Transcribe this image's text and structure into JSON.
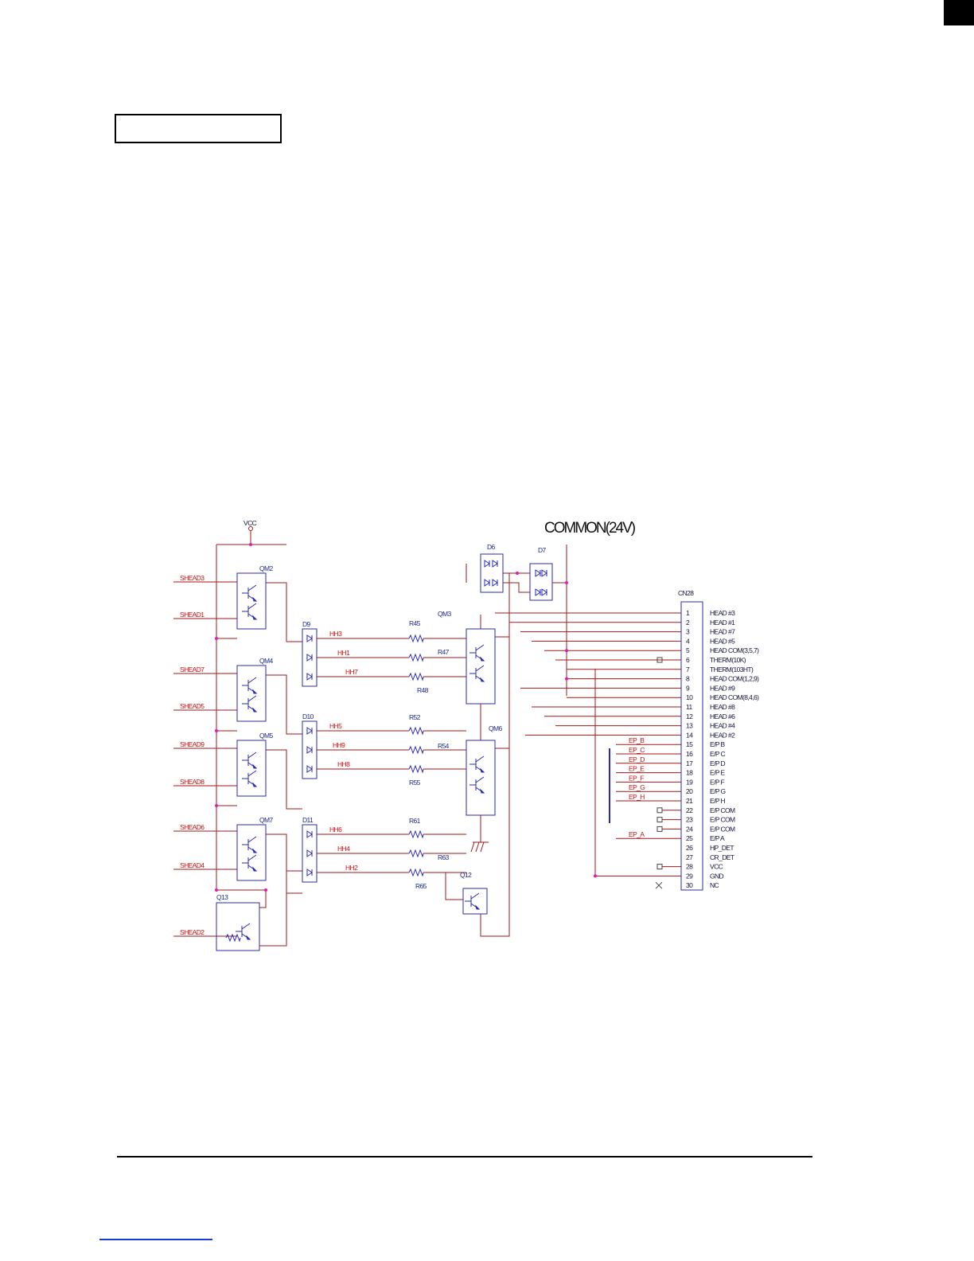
{
  "header": {
    "title_box_text": ""
  },
  "schematic": {
    "vcc_label": "VCC",
    "common_label": "COMMON(24V)",
    "signals_left": [
      "SHEAD3",
      "SHEAD1",
      "SHEAD7",
      "SHEAD5",
      "SHEAD9",
      "SHEAD8",
      "SHEAD6",
      "SHEAD4",
      "SHEAD2"
    ],
    "transistor_arrays": [
      "QM2",
      "QM4",
      "QM5",
      "QM7"
    ],
    "q13": "Q13",
    "diode_arrays": [
      "D9",
      "D10",
      "D11"
    ],
    "head_lines": [
      "HH3",
      "HH1",
      "HH7",
      "HH5",
      "HH9",
      "HH8",
      "HH6",
      "HH4",
      "HH2"
    ],
    "resistors": [
      "R45",
      "R47",
      "R48",
      "R52",
      "R54",
      "R55",
      "R61",
      "R63",
      "R65"
    ],
    "drivers": [
      "QM3",
      "QM6"
    ],
    "q12": "Q12",
    "protect_diodes": [
      "D6",
      "D7"
    ],
    "connector": {
      "name": "CN28",
      "pins": [
        "1",
        "2",
        "3",
        "4",
        "5",
        "6",
        "7",
        "8",
        "9",
        "10",
        "11",
        "12",
        "13",
        "14",
        "15",
        "16",
        "17",
        "18",
        "19",
        "20",
        "21",
        "22",
        "23",
        "24",
        "25",
        "26",
        "27",
        "28",
        "29",
        "30"
      ],
      "functions": [
        "HEAD #3",
        "HEAD #1",
        "HEAD #7",
        "HEAD #5",
        "HEAD COM(3,5,7)",
        "THERM(10K)",
        "THERM(103HT)",
        "HEAD COM(1,2,9)",
        "HEAD #9",
        "HEAD COM(8,4,6)",
        "HEAD #8",
        "HEAD #6",
        "HEAD #4",
        "HEAD #2",
        "E/P B",
        "E/P C",
        "E/P D",
        "E/P E",
        "E/P F",
        "E/P G",
        "E/P H",
        "E/P COM",
        "E/P COM",
        "E/P COM",
        "E/P A",
        "HP_DET",
        "CR_DET",
        "VCC",
        "GND",
        "NC"
      ]
    },
    "ep_nets": [
      "EP_B",
      "EP_C",
      "EP_D",
      "EP_E",
      "EP_F",
      "EP_G",
      "EP_H",
      "EP_A"
    ]
  }
}
